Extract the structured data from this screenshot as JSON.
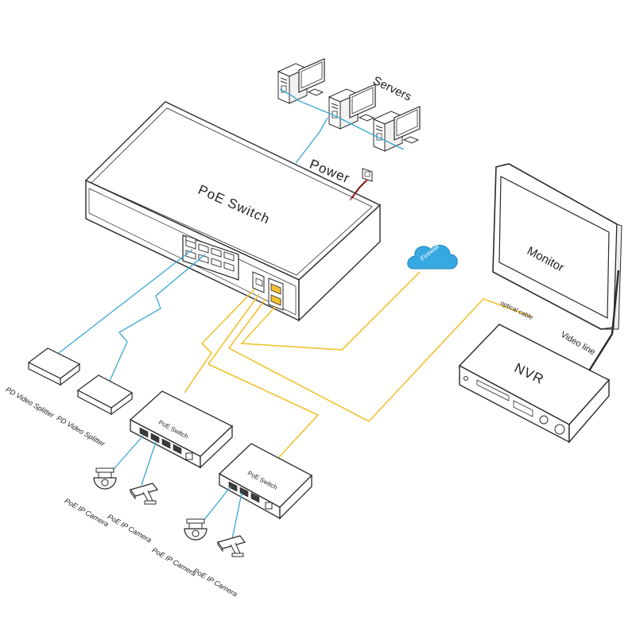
{
  "labels": {
    "servers": "Servers",
    "power": "Power",
    "poe_switch_main": "PoE Switch",
    "firewall": "Firewall",
    "monitor": "Monitor",
    "optical_cable": "optical cable",
    "video_line": "Video line",
    "nvr": "NVR",
    "pd_video_splitter_1": "PD Video Splitter",
    "pd_video_splitter_2": "PD Video Splitter",
    "poe_switch_small_1": "PoE Switch",
    "poe_switch_small_2": "PoE Switch",
    "poe_ip_camera_1": "PoE IP Camera",
    "poe_ip_camera_2": "PoE IP Camera",
    "poe_ip_camera_3": "PoE IP Camera",
    "poe_ip_camera_4": "PoE IP Camera"
  },
  "colors": {
    "blue_cable": "#3aa7d6",
    "yellow_cable": "#f2c230",
    "power_cable": "#d9232a",
    "firewall_cloud": "#38a8e0",
    "outline": "#2b2b2b"
  },
  "icons": [
    "server-icon",
    "dome-camera-icon",
    "bullet-camera-icon",
    "cloud-icon",
    "power-socket-icon"
  ]
}
